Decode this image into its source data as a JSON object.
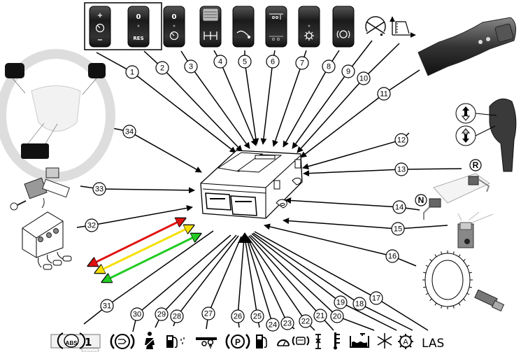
{
  "diagram": {
    "title": "",
    "central_unit": "control-unit",
    "callouts": [
      {
        "num": "1",
        "component": "cruise-control-switch-plus-minus"
      },
      {
        "num": "2",
        "component": "cruise-control-switch-resume"
      },
      {
        "num": "3",
        "component": "cruise-control-off-switch"
      },
      {
        "num": "4",
        "component": "retarder-lever-switch"
      },
      {
        "num": "5",
        "component": "exhaust-brake-switch"
      },
      {
        "num": "6",
        "component": "axle-lift-switch"
      },
      {
        "num": "7",
        "component": "pto-switch"
      },
      {
        "num": "8",
        "component": "brake-switch"
      },
      {
        "num": "9",
        "component": "rpm-gauge-symbol"
      },
      {
        "num": "10",
        "component": "torque-curve-symbol"
      },
      {
        "num": "11",
        "component": "stalk-switch"
      },
      {
        "num": "12",
        "component": "gear-lever-range-buttons"
      },
      {
        "num": "13",
        "component": "reverse-switch"
      },
      {
        "num": "14",
        "component": "neutral-switch"
      },
      {
        "num": "15",
        "component": "clutch-sensor"
      },
      {
        "num": "16",
        "component": "speed-sensor"
      },
      {
        "num": "17",
        "component": "las-indicator"
      },
      {
        "num": "18",
        "component": "automatic-gearbox-warning"
      },
      {
        "num": "19",
        "component": "air-conditioning"
      },
      {
        "num": "20",
        "component": "coolant-level"
      },
      {
        "num": "21",
        "component": "coolant-temperature"
      },
      {
        "num": "22",
        "component": "differential-lock"
      },
      {
        "num": "23",
        "component": "brake-wear"
      },
      {
        "num": "24",
        "component": "speedometer"
      },
      {
        "num": "25",
        "component": "fuel-level"
      },
      {
        "num": "26",
        "component": "parking-brake"
      },
      {
        "num": "27",
        "component": "trailer-connection"
      },
      {
        "num": "28",
        "component": "water-in-fuel"
      },
      {
        "num": "29",
        "component": "seat-belt"
      },
      {
        "num": "30",
        "component": "retarder-indicator"
      },
      {
        "num": "31",
        "component": "abs-indicator"
      },
      {
        "num": "32",
        "component": "pedal-box"
      },
      {
        "num": "33",
        "component": "ignition-switch"
      },
      {
        "num": "34",
        "component": "steering-wheel-buttons"
      }
    ],
    "switch_labels": {
      "plus": "+",
      "minus": "−",
      "zero": "0",
      "res": "RES"
    },
    "gear_positions": {
      "reverse": "R",
      "neutral": "N"
    },
    "abs_text": "ABS",
    "abs_number": "1",
    "parking_text": "P",
    "auto_text": "A",
    "las_text": "LAS",
    "data_bus_colors": {
      "red": "#e01010",
      "yellow": "#f5e000",
      "green": "#22cc22"
    }
  }
}
